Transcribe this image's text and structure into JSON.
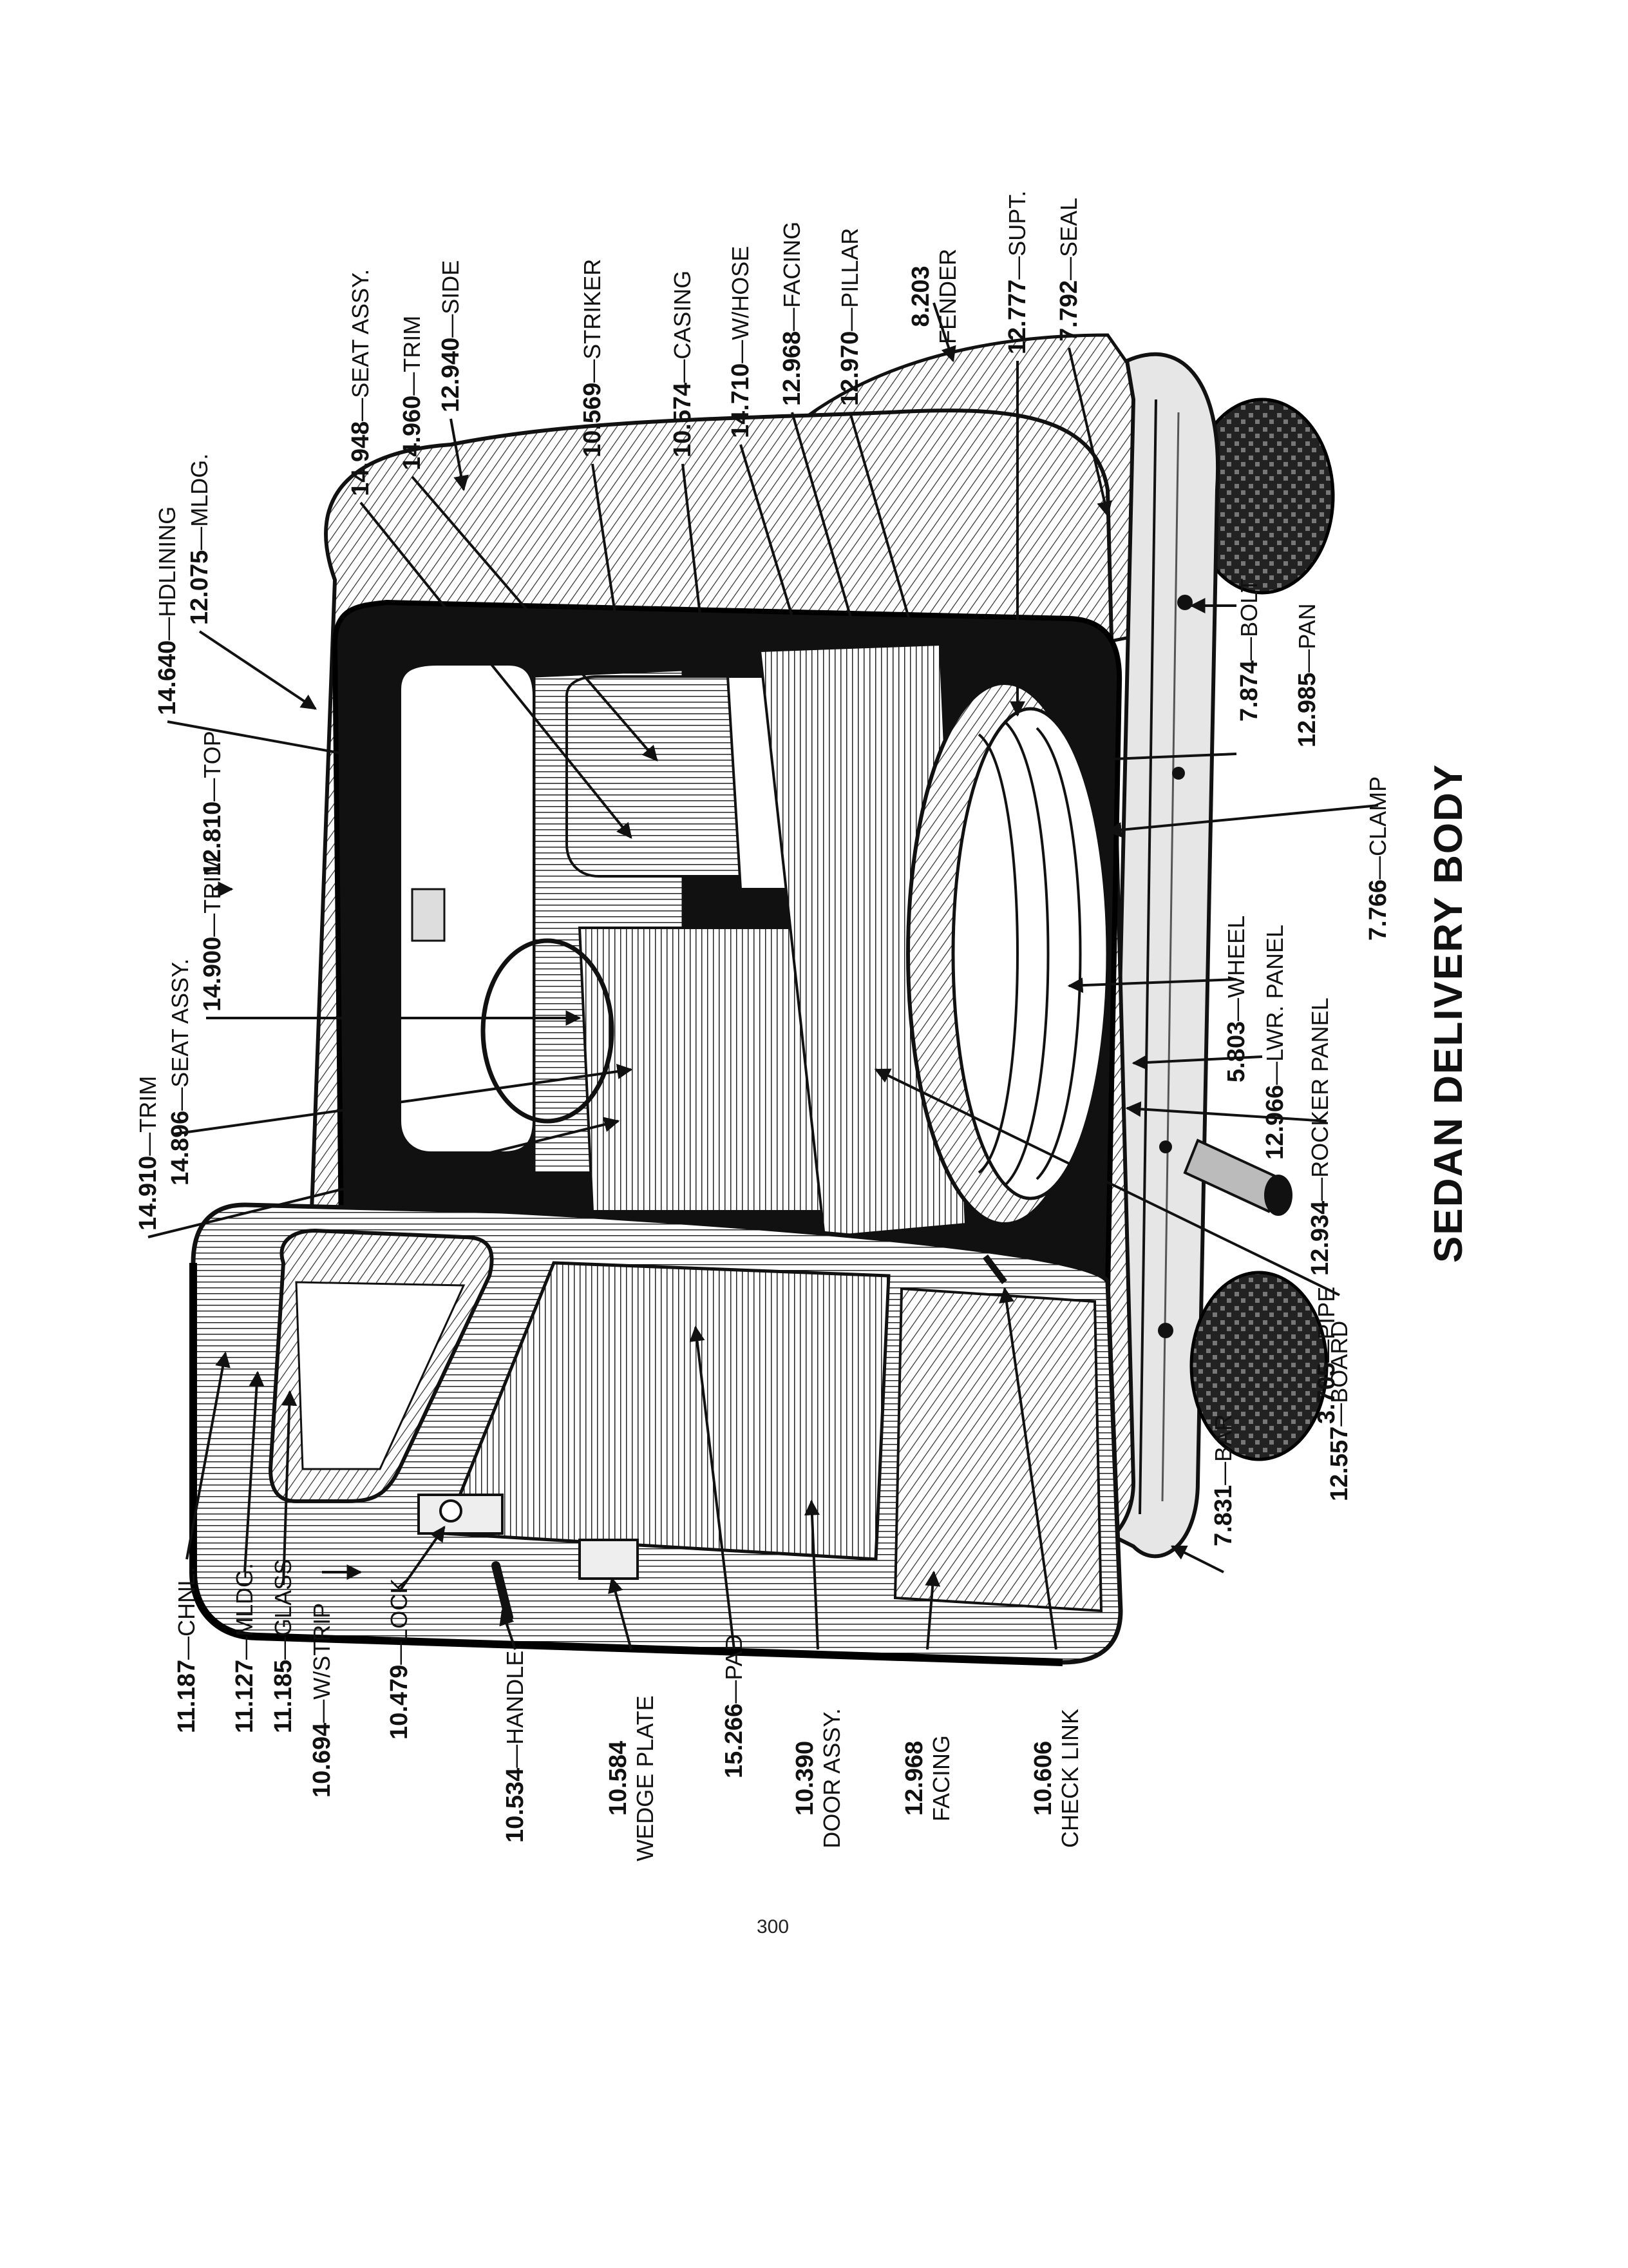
{
  "title": "SEDAN DELIVERY BODY",
  "page_number": "300",
  "callouts": [
    {
      "id": "side",
      "num": "12.940",
      "name": "SIDE"
    },
    {
      "id": "striker",
      "num": "10.569",
      "name": "STRIKER"
    },
    {
      "id": "casing",
      "num": "10.574",
      "name": "CASING"
    },
    {
      "id": "whose",
      "num": "14.710",
      "name": "W/HOSE"
    },
    {
      "id": "facing-top",
      "num": "12.968",
      "name": "FACING"
    },
    {
      "id": "pillar",
      "num": "12.970",
      "name": "PILLAR"
    },
    {
      "id": "fender",
      "num": "8.203",
      "name": "FENDER"
    },
    {
      "id": "supt",
      "num": "12.777",
      "name": "SUPT."
    },
    {
      "id": "seal",
      "num": "7.792",
      "name": "SEAL"
    },
    {
      "id": "trim-960",
      "num": "14.960",
      "name": "TRIM"
    },
    {
      "id": "seat-948",
      "num": "14.948",
      "name": "SEAT ASSY."
    },
    {
      "id": "mldg-075",
      "num": "12.075",
      "name": "MLDG."
    },
    {
      "id": "hdlining",
      "num": "14.640",
      "name": "HDLINING"
    },
    {
      "id": "top",
      "num": "12.810",
      "name": "TOP"
    },
    {
      "id": "seat-896",
      "num": "14.896",
      "name": "SEAT ASSY."
    },
    {
      "id": "trim-900",
      "num": "14.900",
      "name": "TRIM"
    },
    {
      "id": "trim-910",
      "num": "14.910",
      "name": "TRIM"
    },
    {
      "id": "bolt",
      "num": "7.874",
      "name": "BOLT"
    },
    {
      "id": "pan",
      "num": "12.985",
      "name": "PAN"
    },
    {
      "id": "clamp",
      "num": "7.766",
      "name": "CLAMP"
    },
    {
      "id": "wheel",
      "num": "5.803",
      "name": "WHEEL"
    },
    {
      "id": "lwr-panel",
      "num": "12.966",
      "name": "LWR. PANEL"
    },
    {
      "id": "rocker-panel",
      "num": "12.934",
      "name": "ROCKER PANEL"
    },
    {
      "id": "pipe",
      "num": "3.705",
      "name": "PIPE"
    },
    {
      "id": "board",
      "num": "12.557",
      "name": "BOARD"
    },
    {
      "id": "bar",
      "num": "7.831",
      "name": "BAR"
    },
    {
      "id": "chnl",
      "num": "11.187",
      "name": "CHNL."
    },
    {
      "id": "mldg-127",
      "num": "11.127",
      "name": "MLDG."
    },
    {
      "id": "glass",
      "num": "11.185",
      "name": "GLASS"
    },
    {
      "id": "wstrip",
      "num": "10.694",
      "name": "W/STRIP"
    },
    {
      "id": "lock",
      "num": "10.479",
      "name": "LOCK"
    },
    {
      "id": "handle",
      "num": "10.534",
      "name": "HANDLE"
    },
    {
      "id": "wedge-plate",
      "num": "10.584",
      "name": "WEDGE PLATE"
    },
    {
      "id": "pad",
      "num": "15.266",
      "name": "PAD"
    },
    {
      "id": "door-assy",
      "num": "10.390",
      "name": "DOOR ASSY."
    },
    {
      "id": "facing-bottom",
      "num": "12.968",
      "name": "FACING"
    },
    {
      "id": "check-link",
      "num": "10.606",
      "name": "CHECK LINK"
    }
  ],
  "colors": {
    "ink": "#111111",
    "paper": "#ffffff",
    "shade": "#cfcfcf",
    "dark": "#1a1a1a"
  }
}
